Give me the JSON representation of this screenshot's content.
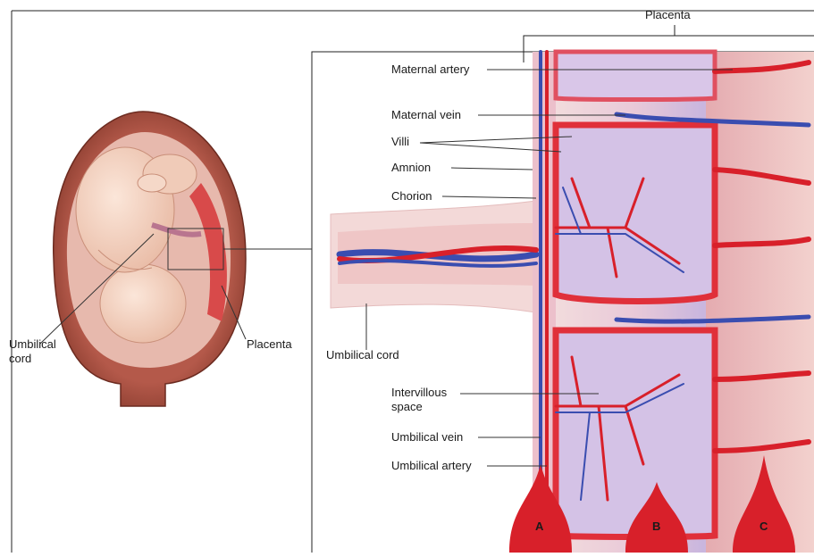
{
  "labels": {
    "placenta_top": "Placenta",
    "maternal_artery": "Maternal artery",
    "maternal_vein": "Maternal vein",
    "villi": "Villi",
    "amnion": "Amnion",
    "chorion": "Chorion",
    "umbilical_cord_right": "Umbilical cord",
    "intervillous_line1": "Intervillous",
    "intervillous_line2": "space",
    "umbilical_vein": "Umbilical vein",
    "umbilical_artery": "Umbilical artery",
    "umbilical_cord_left_line1": "Umbilical",
    "umbilical_cord_left_line2": "cord",
    "placenta_left": "Placenta",
    "marker_a": "A",
    "marker_b": "B",
    "marker_c": "C"
  },
  "colors": {
    "artery_red": "#d8202a",
    "vein_blue": "#3a4db0",
    "tissue_pink": "#f2d2cf",
    "villous_lilac": "#c6b5dd",
    "uterus_brown": "#9a4a3c",
    "skin": "#f3d6c6"
  }
}
